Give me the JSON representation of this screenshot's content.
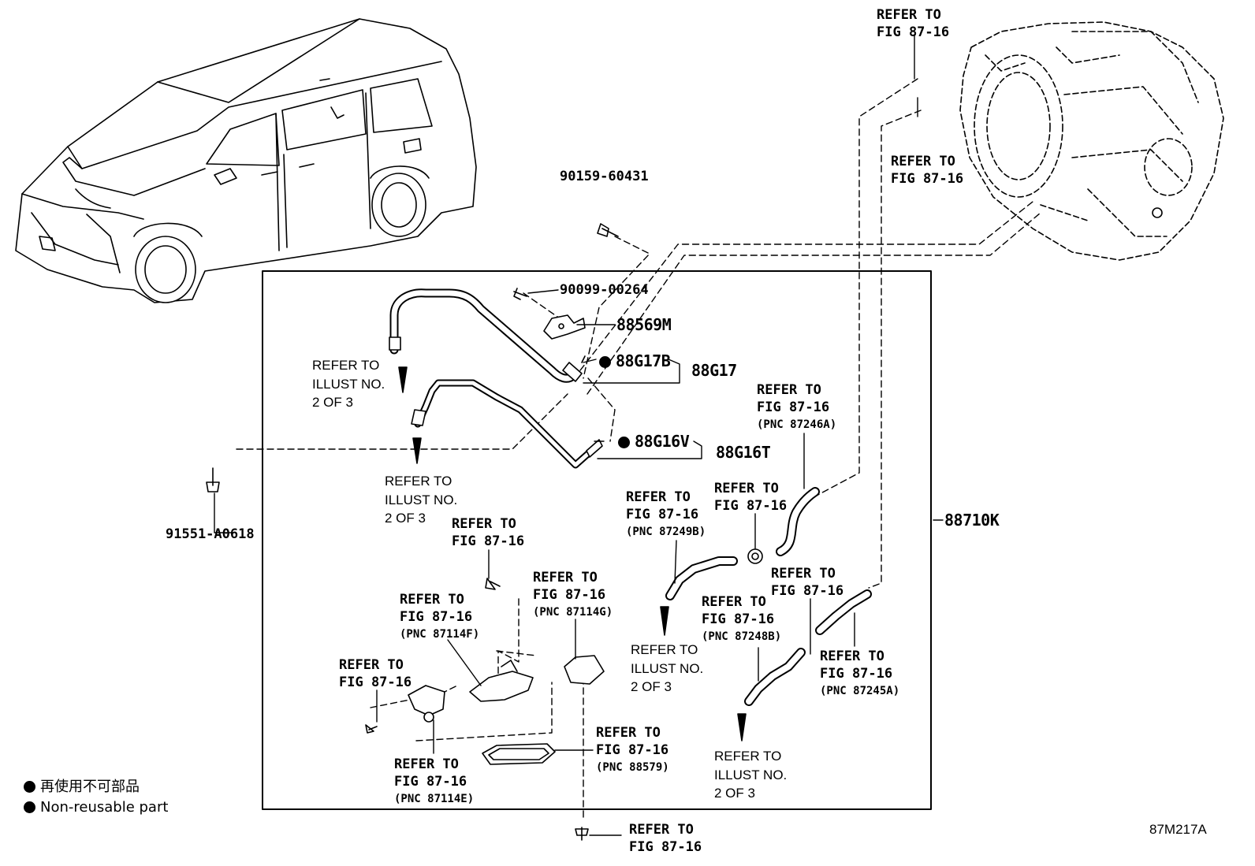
{
  "diagram_code": "87M217A",
  "part_numbers": {
    "p90159": "90159-60431",
    "p90099": "90099-00264",
    "p88569M": "88569M",
    "p88G17B": "88G17B",
    "p88G17": "88G17",
    "p88G16V": "88G16V",
    "p88G16T": "88G16T",
    "p91551": "91551-A0618",
    "p88710K": "88710K"
  },
  "refs": {
    "top_right_1": {
      "l1": "REFER TO",
      "l2": "FIG 87-16"
    },
    "top_right_2": {
      "l1": "REFER TO",
      "l2": "FIG 87-16"
    },
    "pnc87246A": {
      "l1": "REFER TO",
      "l2": "FIG 87-16",
      "l3": "(PNC 87246A)"
    },
    "mid_fig": {
      "l1": "REFER TO",
      "l2": "FIG 87-16"
    },
    "pnc87249B": {
      "l1": "REFER TO",
      "l2": "FIG 87-16",
      "l3": "(PNC 87249B)"
    },
    "right_fig": {
      "l1": "REFER TO",
      "l2": "FIG 87-16"
    },
    "pnc87248B": {
      "l1": "REFER TO",
      "l2": "FIG 87-16",
      "l3": "(PNC 87248B)"
    },
    "pnc87245A": {
      "l1": "REFER TO",
      "l2": "FIG 87-16",
      "l3": "(PNC 87245A)"
    },
    "left_fig": {
      "l1": "REFER TO",
      "l2": "FIG 87-16"
    },
    "pnc87114G": {
      "l1": "REFER TO",
      "l2": "FIG 87-16",
      "l3": "(PNC 87114G)"
    },
    "pnc87114F": {
      "l1": "REFER TO",
      "l2": "FIG 87-16",
      "l3": "(PNC 87114F)"
    },
    "low_left_fig": {
      "l1": "REFER TO",
      "l2": "FIG 87-16"
    },
    "pnc87114E": {
      "l1": "REFER TO",
      "l2": "FIG 87-16",
      "l3": "(PNC 87114E)"
    },
    "pnc88579": {
      "l1": "REFER TO",
      "l2": "FIG 87-16",
      "l3": "(PNC 88579)"
    },
    "bottom_fig": {
      "l1": "REFER TO",
      "l2": "FIG 87-16"
    }
  },
  "illust_refs": {
    "a": {
      "l1": "REFER TO",
      "l2": "ILLUST NO.",
      "l3": "2 OF 3"
    },
    "b": {
      "l1": "REFER TO",
      "l2": "ILLUST NO.",
      "l3": "2 OF 3"
    },
    "c": {
      "l1": "REFER TO",
      "l2": "ILLUST NO.",
      "l3": "2 OF 3"
    },
    "d": {
      "l1": "REFER TO",
      "l2": "ILLUST NO.",
      "l3": "2 OF 3"
    }
  },
  "legend": {
    "jp": "再使用不可部品",
    "en": "Non-reusable part"
  }
}
